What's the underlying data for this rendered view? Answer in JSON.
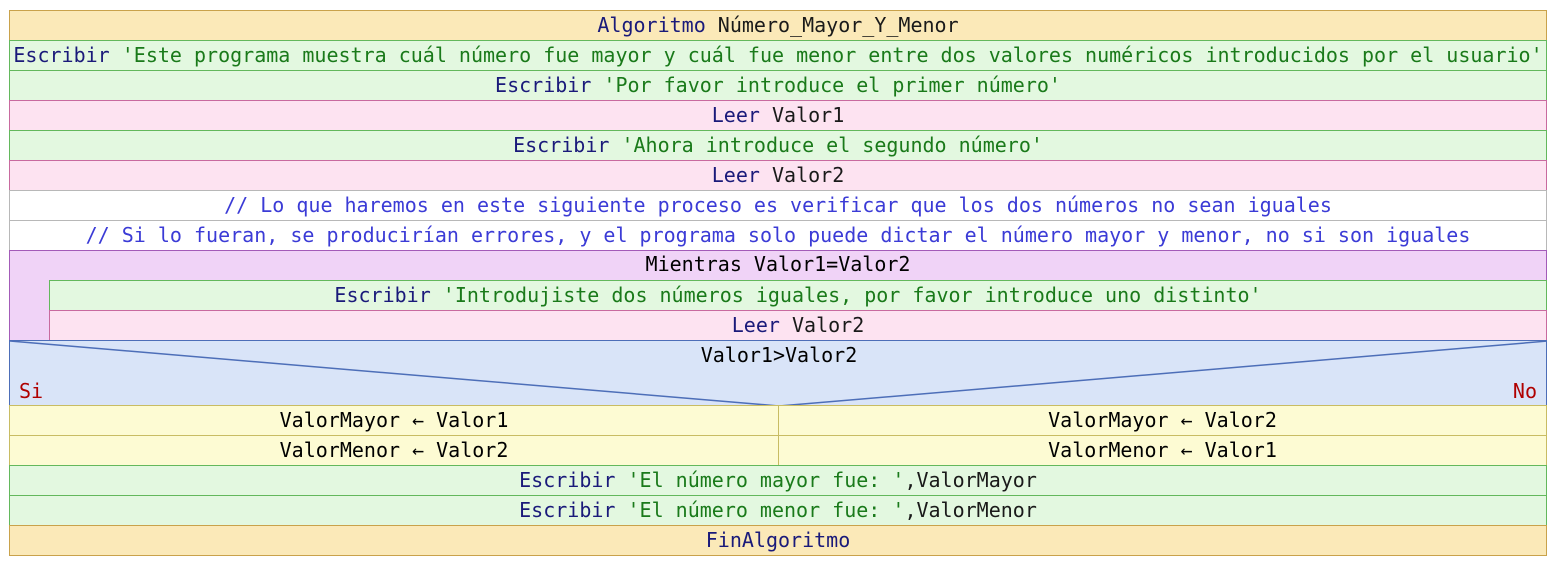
{
  "header": {
    "keyword": "Algoritmo",
    "name": "Número_Mayor_Y_Menor"
  },
  "steps": [
    {
      "keyword": "Escribir",
      "text": "'Este programa muestra cuál número fue mayor y cuál fue menor entre dos valores numéricos introducidos por el usuario'"
    },
    {
      "keyword": "Escribir",
      "text": "'Por favor introduce el primer número'"
    },
    {
      "keyword": "Leer",
      "text": "Valor1"
    },
    {
      "keyword": "Escribir",
      "text": "'Ahora introduce el segundo número'"
    },
    {
      "keyword": "Leer",
      "text": "Valor2"
    }
  ],
  "comments": [
    "// Lo que haremos en este siguiente proceso es verificar que los dos números no sean iguales",
    "// Si lo fueran, se producirían errores, y el programa solo puede dictar el número mayor y menor, no si son iguales"
  ],
  "loop": {
    "header": "Mientras Valor1=Valor2",
    "body": [
      {
        "keyword": "Escribir",
        "text": "'Introdujiste dos números iguales, por favor introduce uno distinto'"
      },
      {
        "keyword": "Leer",
        "text": "Valor2"
      }
    ]
  },
  "condition": {
    "text": "Valor1>Valor2",
    "yes_label": "Si",
    "no_label": "No",
    "yes_branch": [
      "ValorMayor ← Valor1",
      "ValorMenor ← Valor2"
    ],
    "no_branch": [
      "ValorMayor ← Valor2",
      "ValorMenor ← Valor1"
    ]
  },
  "outputs": [
    {
      "keyword": "Escribir",
      "string": "'El número mayor fue: '",
      "var": ",ValorMayor"
    },
    {
      "keyword": "Escribir",
      "string": "'El número menor fue: '",
      "var": ",ValorMenor"
    }
  ],
  "footer": "FinAlgoritmo",
  "colors": {
    "algoritmo": "#fbe9b8",
    "escribir": "#e3f8e0",
    "leer": "#fde3f1",
    "mientras": "#f0d3f7",
    "condicion": "#d9e4f8",
    "asignacion": "#fdfbd3",
    "etiqueta_si_no": "#b00000"
  }
}
